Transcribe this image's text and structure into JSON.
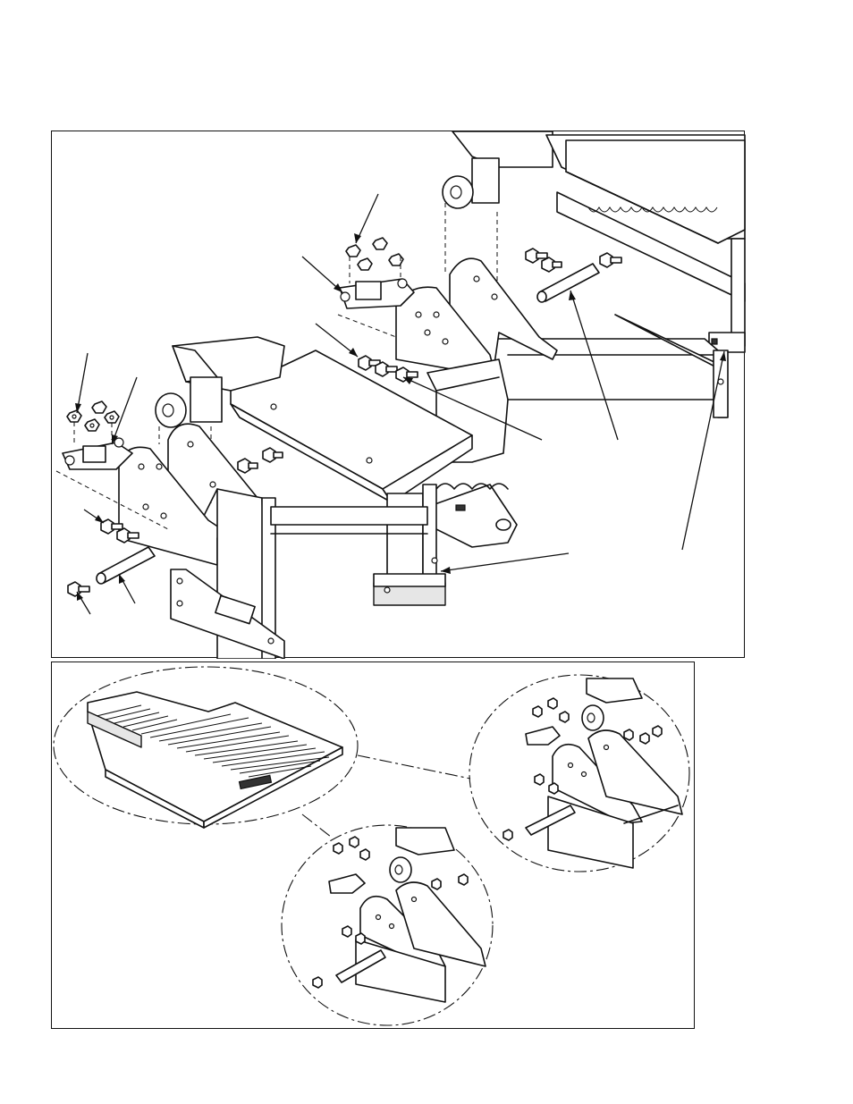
{
  "figure": {
    "description_labels": [],
    "panels": [
      {
        "id": "top",
        "view": "exploded-assembly"
      },
      {
        "id": "bottom",
        "view": "assembled-detail"
      }
    ],
    "icons": [
      "bolt-icon",
      "nut-icon",
      "pin-icon",
      "roller-icon",
      "footplate-icon"
    ]
  }
}
